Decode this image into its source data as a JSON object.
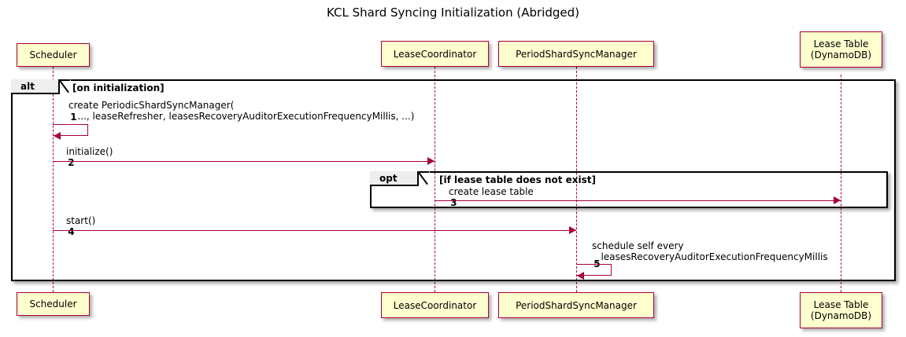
{
  "diagram": {
    "title": "KCL Shard Syncing Initialization (Abridged)",
    "type": "uml-sequence-diagram",
    "colors": {
      "participant_fill": "#FEFECE",
      "participant_border": "#A80036",
      "arrow": "#A80036",
      "frame_border": "#000000",
      "frame_label_fill": "#EEEEEE",
      "background": "#FFFFFF"
    }
  },
  "participants": [
    {
      "id": "scheduler",
      "label": "Scheduler"
    },
    {
      "id": "leasecoord",
      "label": "LeaseCoordinator"
    },
    {
      "id": "psm",
      "label": "PeriodShardSyncManager"
    },
    {
      "id": "leasetable",
      "label": "Lease Table\n(DynamoDB)"
    }
  ],
  "fragments": [
    {
      "id": "alt-frame",
      "kind": "alt",
      "condition": "[on initialization]"
    },
    {
      "id": "opt-frame",
      "kind": "opt",
      "condition": "[if lease table does not exist]"
    }
  ],
  "messages": [
    {
      "number": "1",
      "from": "scheduler",
      "to": "scheduler",
      "self": true,
      "line1": "create PeriodicShardSyncManager(",
      "line2": "   ..., leaseRefresher, leasesRecoveryAuditorExecutionFrequencyMillis, ...)"
    },
    {
      "number": "2",
      "from": "scheduler",
      "to": "leasecoord",
      "self": false,
      "line1": "initialize()",
      "line2": ""
    },
    {
      "number": "3",
      "from": "leasecoord",
      "to": "leasetable",
      "self": false,
      "line1": "create lease table",
      "line2": ""
    },
    {
      "number": "4",
      "from": "scheduler",
      "to": "psm",
      "self": false,
      "line1": "start()",
      "line2": ""
    },
    {
      "number": "5",
      "from": "psm",
      "to": "psm",
      "self": true,
      "line1": "schedule self every",
      "line2": "   leasesRecoveryAuditorExecutionFrequencyMillis"
    }
  ]
}
